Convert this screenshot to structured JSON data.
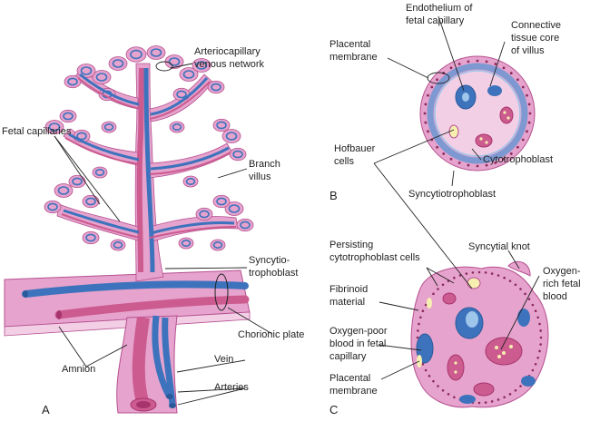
{
  "colors": {
    "tissue": "#e6a3cd",
    "tissue_light": "#f3cfe6",
    "tissue_outline": "#b5508f",
    "vessel_red": "#cc5b8f",
    "vessel_blue": "#3d73bd",
    "vessel_blue_light": "#9ec6ea",
    "yolk": "#f6efb0",
    "dots": "#8a2a5c"
  },
  "panels": {
    "a": "A",
    "b": "B",
    "c": "C"
  },
  "labels": {
    "arteriocapillary_1": "Arteriocapillary",
    "arteriocapillary_2": "venous network",
    "fetal_capillaries": "Fetal capillaries",
    "branch_villus_1": "Branch",
    "branch_villus_2": "villus",
    "syncytio_1": "Syncytio-",
    "syncytio_2": "trophoblast",
    "chorionic_plate": "Chorionic plate",
    "amnion": "Amnion",
    "vein": "Vein",
    "arteries": "Arteries",
    "endothelium_1": "Endothelium of",
    "endothelium_2": "fetal capillary",
    "connective_1": "Connective",
    "connective_2": "tissue core",
    "connective_3": "of villus",
    "placental_membrane_b_1": "Placental",
    "placental_membrane_b_2": "membrane",
    "hofbauer_1": "Hofbauer",
    "hofbauer_2": "cells",
    "cytotrophoblast": "Cytotrophoblast",
    "syncytiotrophoblast": "Syncytiotrophoblast",
    "persisting_1": "Persisting",
    "persisting_2": "cytotrophoblast cells",
    "syncytial_knot": "Syncytial knot",
    "oxygen_rich_1": "Oxygen-",
    "oxygen_rich_2": "rich fetal",
    "oxygen_rich_3": "blood",
    "fibrinoid_1": "Fibrinoid",
    "fibrinoid_2": "material",
    "oxygen_poor_1": "Oxygen-poor",
    "oxygen_poor_2": "blood in fetal",
    "oxygen_poor_3": "capillary",
    "placental_membrane_c_1": "Placental",
    "placental_membrane_c_2": "membrane"
  }
}
